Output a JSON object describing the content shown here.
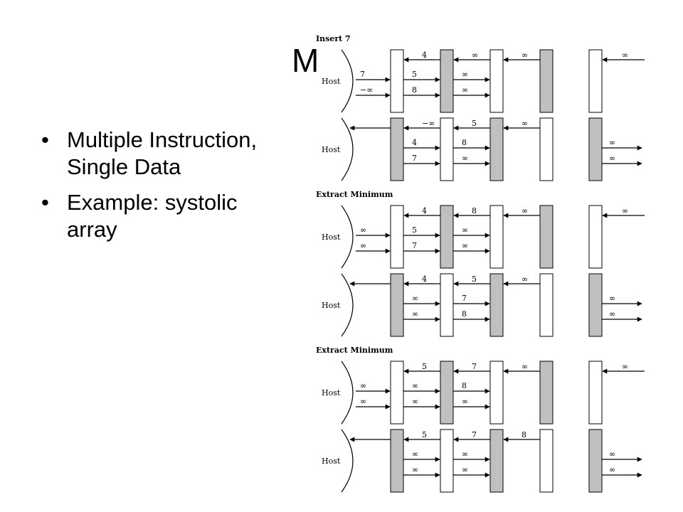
{
  "slide": {
    "title": "M"
  },
  "bullets": [
    {
      "marker": "•",
      "text": "Multiple Instruction, Single Data"
    },
    {
      "marker": "•",
      "text": "Example: systolic array"
    }
  ],
  "figure": {
    "host_label": "Host",
    "sections": [
      {
        "label": "Insert 7",
        "rows": [
          {
            "shade": "odd",
            "left_arrows": [
              {
                "top": "4",
                "bot": null
              },
              {
                "top": "∞",
                "bot": null
              },
              {
                "top": "∞",
                "bot": null
              }
            ],
            "right_arrows": [
              {
                "top": "7",
                "bot": "−∞"
              },
              {
                "top": "5",
                "bot": "8"
              },
              {
                "top": "∞",
                "bot": "∞"
              },
              null
            ]
          },
          {
            "shade": "even",
            "left_arrows": [
              {
                "top": "−∞",
                "bot": null
              },
              {
                "top": "5",
                "bot": null
              },
              {
                "top": "∞",
                "bot": null
              }
            ],
            "right_arrows": [
              {
                "top": "4",
                "bot": "7"
              },
              {
                "top": "8",
                "bot": "∞"
              },
              {
                "top": "∞",
                "bot": "∞"
              }
            ]
          }
        ]
      },
      {
        "label": "Extract Minimum",
        "rows": [
          {
            "shade": "odd",
            "left_arrows": [
              {
                "top": "4"
              },
              {
                "top": "8"
              },
              {
                "top": "∞"
              }
            ],
            "right_arrows": [
              {
                "top": "∞",
                "bot": "∞"
              },
              {
                "top": "5",
                "bot": "7"
              },
              {
                "top": "∞",
                "bot": "∞"
              },
              null
            ]
          },
          {
            "shade": "even",
            "left_arrows": [
              {
                "top": "4"
              },
              {
                "top": "5"
              },
              {
                "top": "∞"
              }
            ],
            "right_arrows": [
              {
                "top": "∞",
                "bot": "∞"
              },
              {
                "top": "7",
                "bot": "8"
              },
              {
                "top": "∞",
                "bot": "∞"
              }
            ]
          }
        ]
      },
      {
        "label": "Extract Minimum",
        "rows": [
          {
            "shade": "odd",
            "left_arrows": [
              {
                "top": "5"
              },
              {
                "top": "7"
              },
              {
                "top": "∞"
              }
            ],
            "right_arrows": [
              {
                "top": "∞",
                "bot": "∞"
              },
              {
                "top": "∞",
                "bot": "∞"
              },
              {
                "top": "8",
                "bot": "∞"
              },
              null
            ]
          },
          {
            "shade": "even",
            "left_arrows": [
              {
                "top": "5"
              },
              {
                "top": "7"
              },
              {
                "top": "8"
              }
            ],
            "right_arrows": [
              {
                "top": "∞",
                "bot": "∞"
              },
              {
                "top": "∞",
                "bot": "∞"
              },
              {
                "top": "∞",
                "bot": "∞"
              }
            ]
          }
        ]
      }
    ],
    "colors": {
      "shaded_cell": "#c0c0c0",
      "white_cell": "#ffffff",
      "stroke": "#000000"
    }
  }
}
